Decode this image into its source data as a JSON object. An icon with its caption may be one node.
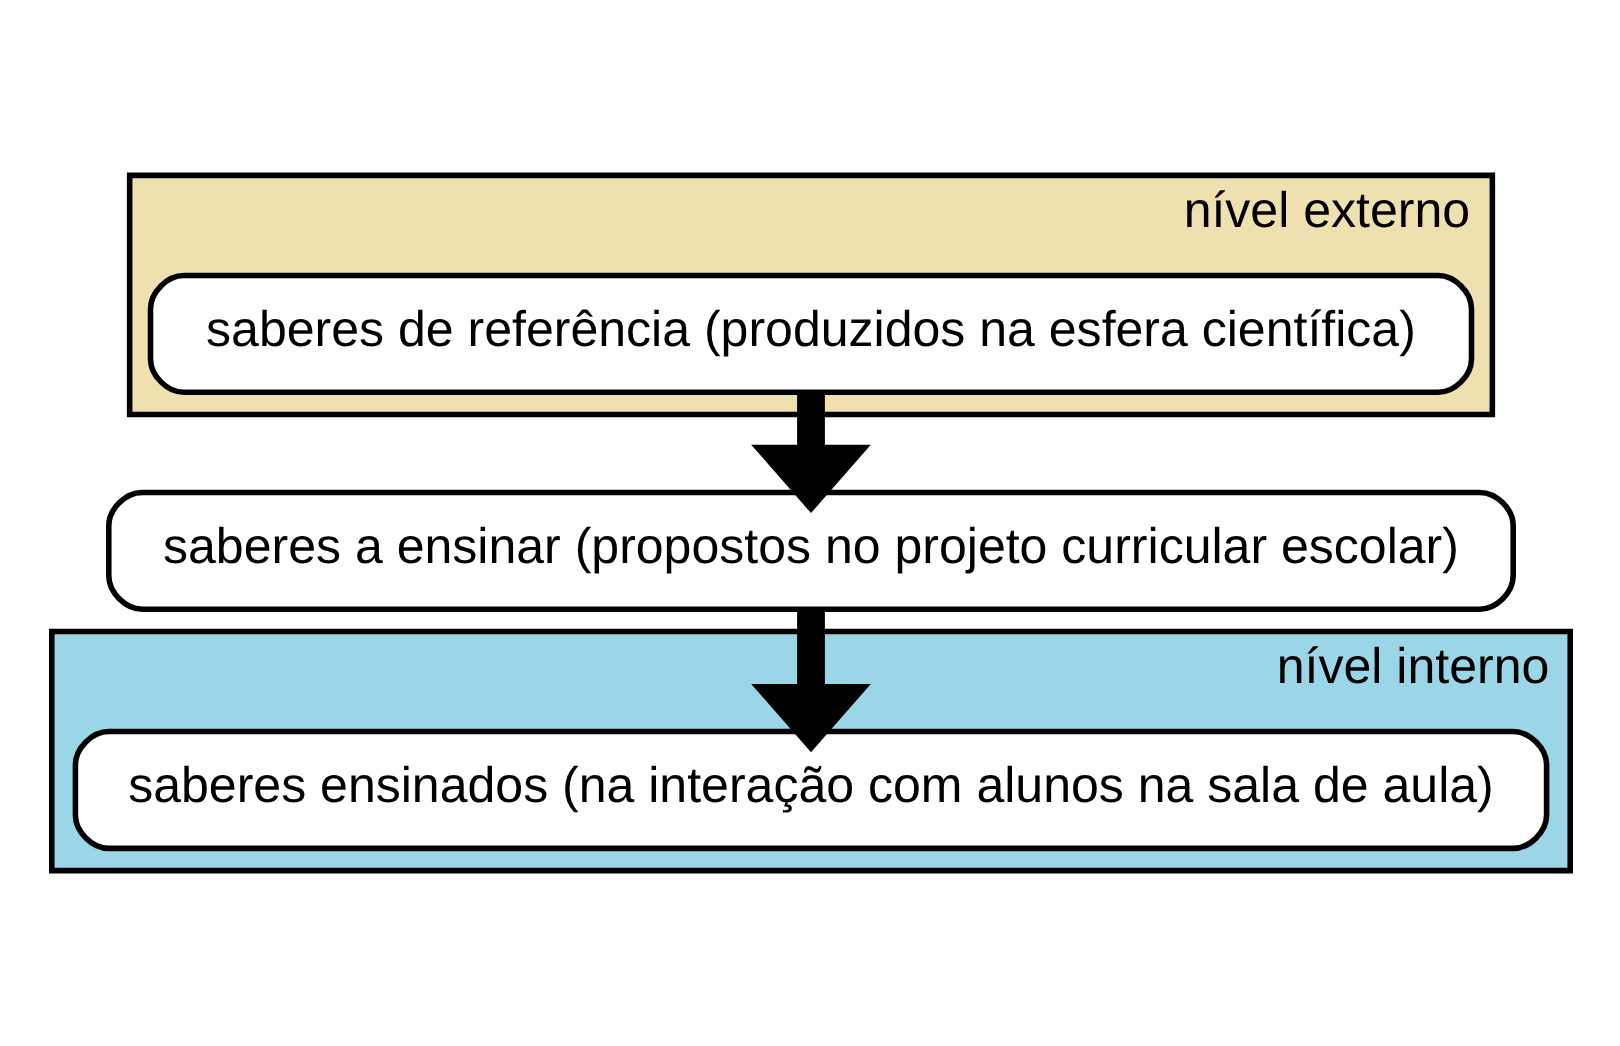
{
  "diagram": {
    "nodes": [
      {
        "text": [
          "nível externo"
        ]
      },
      {
        "text": [
          "saberes de referência (produzidos na esfera científica)"
        ],
        "in": 0
      },
      {
        "text": [
          "saberes a ensinar (propostos no projeto curricular escolar)"
        ]
      },
      {
        "text": [
          "nível interno"
        ]
      },
      {
        "text": [
          "saberes ensinados (na interação com alunos na sala de aula)"
        ],
        "in": 3
      }
    ],
    "edges": [
      {
        "from": 1,
        "to": 2,
        "arrow": "to"
      },
      {
        "from": 2,
        "to": 4,
        "arrow": "to"
      }
    ]
  }
}
